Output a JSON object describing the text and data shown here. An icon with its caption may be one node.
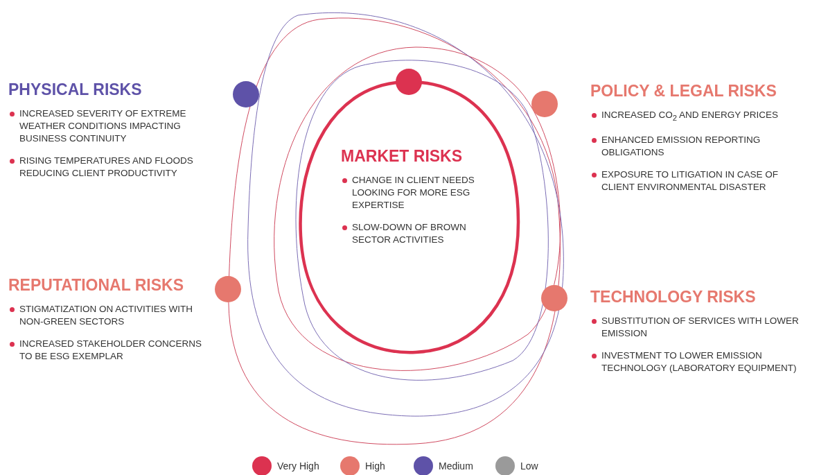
{
  "diagram": {
    "nodes": [
      {
        "text": [
          "PHYSICAL RISKS",
          "INCREASED SEVERITY OF EXTREME WEATHER CONDITIONS IMPACTING BUSINESS CONTINUITY",
          "RISING TEMPERATURES AND FLOODS REDUCING CLIENT PRODUCTIVITY"
        ]
      },
      {
        "text": [
          "POLICY & LEGAL RISKS",
          "INCREASED CO$_{2}$ AND ENERGY PRICES",
          "ENHANCED EMISSION REPORTING OBLIGATIONS",
          "EXPOSURE TO LITIGATION IN CASE OF CLIENT ENVIRONMENTAL DISASTER"
        ]
      },
      {
        "text": [
          "MARKET RISKS",
          "CHANGE IN CLIENT NEEDS LOOKING FOR MORE ESG EXPERTISE",
          "SLOW-DOWN OF BROWN SECTOR ACTIVITIES"
        ]
      },
      {
        "text": [
          "REPUTATIONAL RISKS",
          "STIGMATIZATION ON ACTIVITIES WITH NON-GREEN SECTORS",
          "INCREASED STAKEHOLDER CONCERNS TO BE ESG EXEMPLAR"
        ]
      },
      {
        "text": [
          "TECHNOLOGY RISKS",
          "SUBSTITUTION OF SERVICES WITH LOWER EMISSION",
          "INVESTMENT TO LOWER EMISSION TECHNOLOGY (LABORATORY EQUIPMENT)"
        ]
      }
    ],
    "legend": [
      {
        "text": "Very High",
        "color": "#dc3250"
      },
      {
        "text": "High",
        "color": "#e6786e"
      },
      {
        "text": "Medium",
        "color": "#5e52a8"
      },
      {
        "text": "Low",
        "color": "#9a9a9a"
      }
    ]
  }
}
